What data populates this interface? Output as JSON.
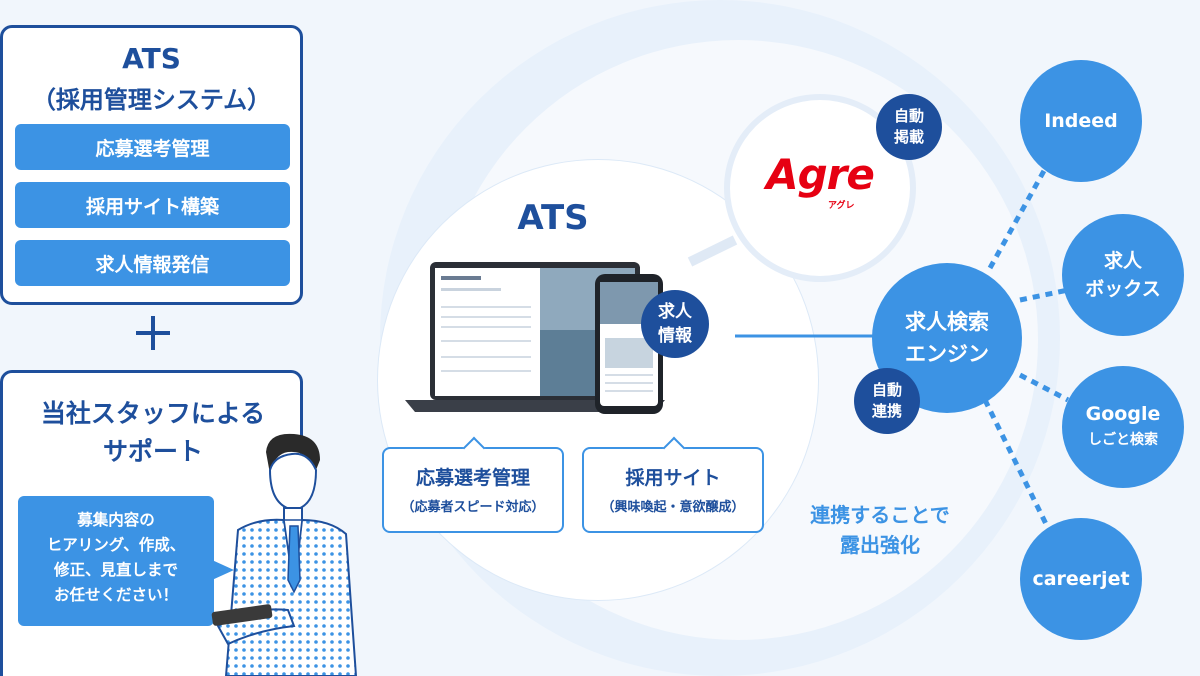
{
  "ats_panel": {
    "title": "ATS",
    "subtitle": "（採用管理システム）",
    "features": [
      "応募選考管理",
      "採用サイト構築",
      "求人情報発信"
    ]
  },
  "plus_symbol": "+",
  "support_panel": {
    "title_line1": "当社スタッフによる",
    "title_line2": "サポート",
    "bubble_lines": [
      "募集内容の",
      "ヒアリング、作成、",
      "修正、見直しまで",
      "お任せください！"
    ]
  },
  "center": {
    "ats_label": "ATS",
    "job_info_badge": [
      "求人",
      "情報"
    ],
    "callout_left": {
      "title": "応募選考管理",
      "sub": "（応募者スピード対応）"
    },
    "callout_right": {
      "title": "採用サイト",
      "sub": "（興味喚起・意欲醸成）"
    }
  },
  "agre": {
    "logo_text": "Agre",
    "logo_kana": "アグレ",
    "badge": [
      "自動",
      "掲載"
    ]
  },
  "engine": {
    "label": [
      "求人検索",
      "エンジン"
    ],
    "badge": [
      "自動",
      "連携"
    ]
  },
  "sites": [
    {
      "label": "Indeed",
      "sub": ""
    },
    {
      "label": "求人",
      "sub": "ボックス"
    },
    {
      "label": "Google",
      "sub": "しごと検索"
    },
    {
      "label": "careerjet",
      "sub": ""
    }
  ],
  "bottom_caption": [
    "連携することで",
    "露出強化"
  ],
  "colors": {
    "navy": "#1e4f9c",
    "blue": "#3c93e4",
    "agre_red": "#e60012",
    "bg": "#f1f6fc"
  }
}
